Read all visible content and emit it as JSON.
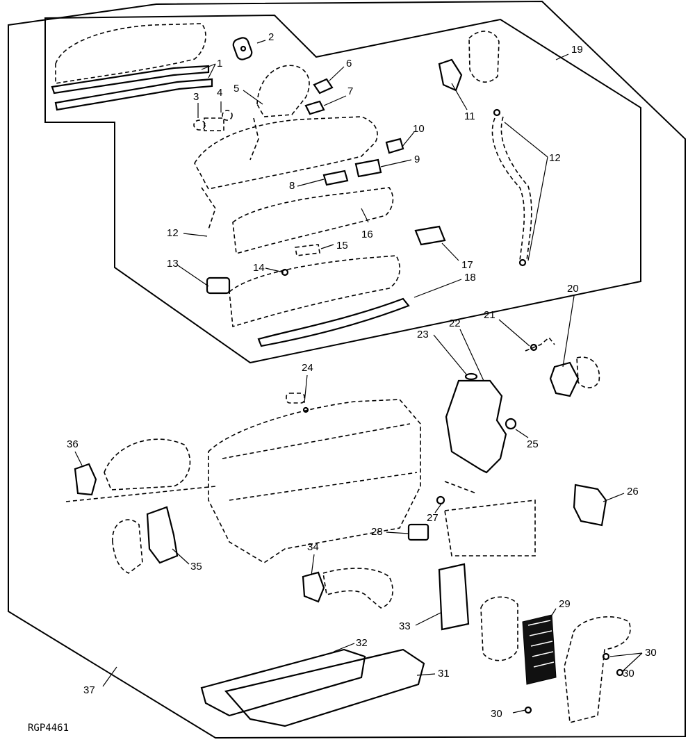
{
  "figure_code": "RGP4461",
  "callouts": [
    "1",
    "2",
    "3",
    "4",
    "5",
    "6",
    "7",
    "8",
    "9",
    "10",
    "11",
    "12",
    "12",
    "13",
    "14",
    "15",
    "16",
    "17",
    "18",
    "19",
    "20",
    "21",
    "22",
    "23",
    "24",
    "25",
    "26",
    "27",
    "28",
    "29",
    "30",
    "30",
    "30",
    "31",
    "32",
    "33",
    "34",
    "35",
    "36",
    "37"
  ]
}
